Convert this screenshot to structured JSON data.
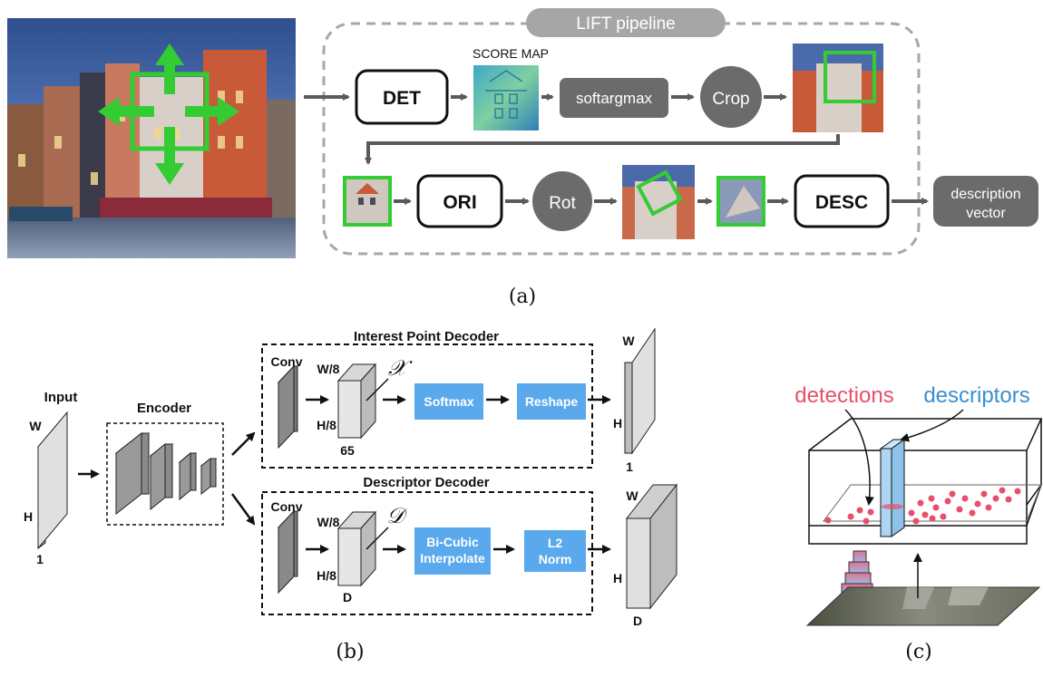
{
  "panel_a": {
    "pipeline_title": "LIFT pipeline",
    "score_map_label": "SCORE MAP",
    "det": "DET",
    "softargmax": "softargmax",
    "crop": "Crop",
    "ori": "ORI",
    "rot": "Rot",
    "desc": "DESC",
    "output_line1": "description",
    "output_line2": "vector",
    "caption": "(a)"
  },
  "panel_b": {
    "input_label": "Input",
    "input_w": "W",
    "input_h": "H",
    "input_c": "1",
    "encoder_label": "Encoder",
    "ipd": {
      "title": "Interest Point Decoder",
      "conv": "Conv",
      "w8": "W/8",
      "h8": "H/8",
      "channels": "65",
      "symbol": "𝒳",
      "softmax": "Softmax",
      "reshape": "Reshape",
      "out_w": "W",
      "out_h": "H",
      "out_c": "1"
    },
    "dd": {
      "title": "Descriptor Decoder",
      "conv": "Conv",
      "w8": "W/8",
      "h8": "H/8",
      "channels": "D",
      "symbol": "𝒟",
      "interp_line1": "Bi-Cubic",
      "interp_line2": "Interpolate",
      "norm_line1": "L2",
      "norm_line2": "Norm",
      "out_w": "W",
      "out_h": "H",
      "out_c": "D"
    },
    "caption": "(b)"
  },
  "panel_c": {
    "detections": "detections",
    "descriptors": "descriptors",
    "caption": "(c)"
  },
  "colors": {
    "green": "#33cc33",
    "dark_gray": "#6b6b6b",
    "light_blue_box": "#5aa9ec",
    "detection_red": "#e84f6a",
    "descriptor_blue": "#3a8fd0"
  }
}
